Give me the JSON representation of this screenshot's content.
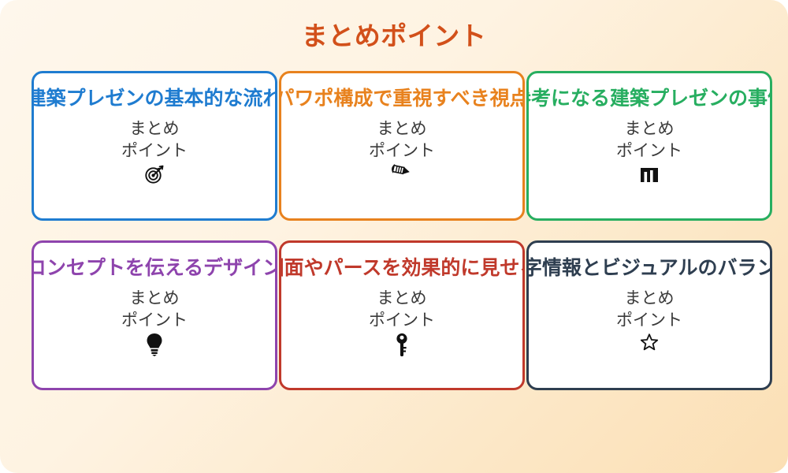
{
  "page": {
    "title": "まとめポイント",
    "title_color": "#D2501A",
    "background_from": "#FEF7EC",
    "background_to": "#FBDFB4"
  },
  "cards": [
    {
      "title": "建築プレゼンの基本的な流れ",
      "body": "まとめ\nポイント",
      "icon": "dart-target-icon",
      "icon_glyph": "🎯",
      "color": "#1F7CD0"
    },
    {
      "title": "パワポ構成で重視すべき視点",
      "body": "まとめ\nポイント",
      "icon": "pencil-icon",
      "icon_glyph": "✏",
      "color": "#E8821E"
    },
    {
      "title": "参考になる建築プレゼンの事例",
      "body": "まとめ\nポイント",
      "icon": "bar-chart-icon",
      "icon_glyph": "📊",
      "color": "#27AE60"
    },
    {
      "title": "コンセプトを伝えるデザイン",
      "body": "まとめ\nポイント",
      "icon": "light-bulb-icon",
      "icon_glyph": "💡",
      "color": "#8E44AD"
    },
    {
      "title": "図面やパースを効果的に見せる",
      "body": "まとめ\nポイント",
      "icon": "key-icon",
      "icon_glyph": "🔑",
      "color": "#C0392B"
    },
    {
      "title": "文字情報とビジュアルのバランス",
      "body": "まとめ\nポイント",
      "icon": "star-icon",
      "icon_glyph": "☆",
      "color": "#2E3E50"
    }
  ]
}
